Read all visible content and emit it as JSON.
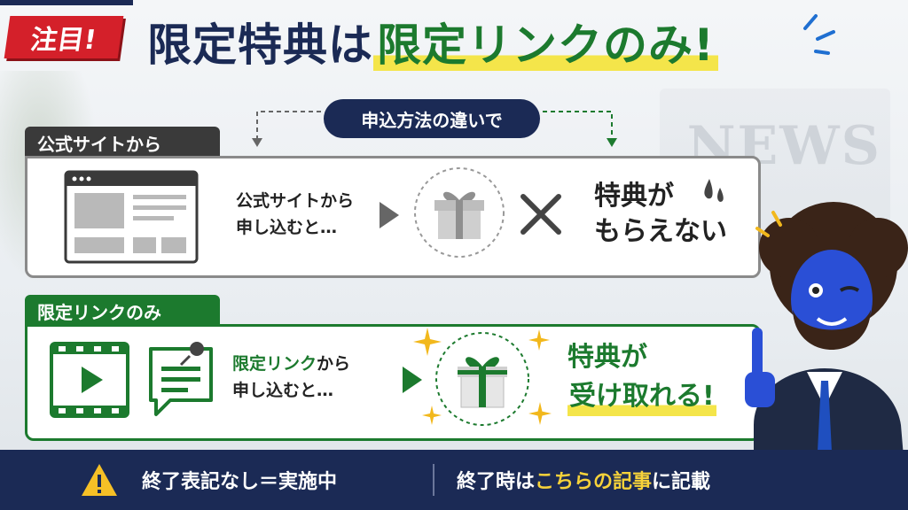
{
  "header": {
    "badge": "注目!",
    "title_part1": "限定特典は",
    "title_part2": "限定リンクのみ!"
  },
  "comparison": {
    "pill": "申込方法の違いで"
  },
  "official": {
    "label": "公式サイトから",
    "text_line1": "公式サイトから",
    "text_line2": "申し込むと…",
    "result_line1": "特典が",
    "result_line2": "もらえない",
    "icons": [
      "browser-window-icon",
      "arrow-right-icon",
      "gift-box-icon",
      "cross-icon",
      "sweat-drop-icon"
    ]
  },
  "limited": {
    "label": "限定リンクのみ",
    "text_line1_green": "限定リンク",
    "text_line1_rest": "から",
    "text_line2": "申し込むと…",
    "result_line1": "特典が",
    "result_line2": "受け取れる!",
    "icons": [
      "video-player-icon",
      "chat-note-icon",
      "arrow-right-icon",
      "gift-box-icon",
      "sparkle-icon"
    ]
  },
  "footer": {
    "status": "終了表記なし＝実施中",
    "note_pre": "終了時は",
    "note_highlight": "こちらの記事",
    "note_post": "に記載"
  },
  "background": {
    "news_text": "NEWS"
  },
  "colors": {
    "navy": "#1b2a55",
    "green": "#1c7a2e",
    "red": "#d4202a",
    "yellow": "#f4e54a",
    "gray": "#3a3a3a"
  }
}
